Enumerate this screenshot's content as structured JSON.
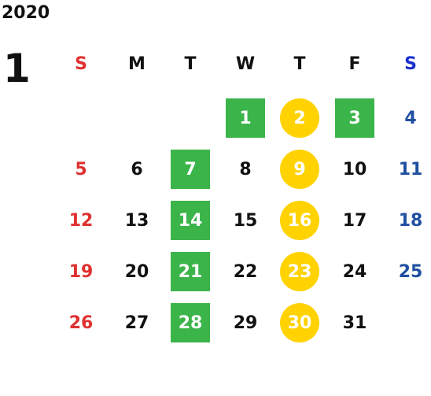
{
  "year": "2020",
  "month": "1",
  "weekdays": [
    {
      "label": "S",
      "color": "#e03030"
    },
    {
      "label": "M",
      "color": "#111111"
    },
    {
      "label": "T",
      "color": "#111111"
    },
    {
      "label": "W",
      "color": "#111111"
    },
    {
      "label": "T",
      "color": "#111111"
    },
    {
      "label": "F",
      "color": "#111111"
    },
    {
      "label": "S",
      "color": "#1a2fd0"
    }
  ],
  "colors": {
    "sunday": "#e03030",
    "saturday": "#1f4fa0",
    "weekday": "#111111",
    "green": "#3bb54a",
    "gold": "#ffd200",
    "highlight_text": "#ffffff"
  },
  "days": [
    {
      "n": "1",
      "col": 3,
      "row": 0,
      "mark": "green"
    },
    {
      "n": "2",
      "col": 4,
      "row": 0,
      "mark": "gold"
    },
    {
      "n": "3",
      "col": 5,
      "row": 0,
      "mark": "green"
    },
    {
      "n": "4",
      "col": 6,
      "row": 0
    },
    {
      "n": "5",
      "col": 0,
      "row": 1
    },
    {
      "n": "6",
      "col": 1,
      "row": 1
    },
    {
      "n": "7",
      "col": 2,
      "row": 1,
      "mark": "green"
    },
    {
      "n": "8",
      "col": 3,
      "row": 1
    },
    {
      "n": "9",
      "col": 4,
      "row": 1,
      "mark": "gold"
    },
    {
      "n": "10",
      "col": 5,
      "row": 1
    },
    {
      "n": "11",
      "col": 6,
      "row": 1
    },
    {
      "n": "12",
      "col": 0,
      "row": 2
    },
    {
      "n": "13",
      "col": 1,
      "row": 2
    },
    {
      "n": "14",
      "col": 2,
      "row": 2,
      "mark": "green"
    },
    {
      "n": "15",
      "col": 3,
      "row": 2
    },
    {
      "n": "16",
      "col": 4,
      "row": 2,
      "mark": "gold"
    },
    {
      "n": "17",
      "col": 5,
      "row": 2
    },
    {
      "n": "18",
      "col": 6,
      "row": 2
    },
    {
      "n": "19",
      "col": 0,
      "row": 3
    },
    {
      "n": "20",
      "col": 1,
      "row": 3
    },
    {
      "n": "21",
      "col": 2,
      "row": 3,
      "mark": "green"
    },
    {
      "n": "22",
      "col": 3,
      "row": 3
    },
    {
      "n": "23",
      "col": 4,
      "row": 3,
      "mark": "gold"
    },
    {
      "n": "24",
      "col": 5,
      "row": 3
    },
    {
      "n": "25",
      "col": 6,
      "row": 3
    },
    {
      "n": "26",
      "col": 0,
      "row": 4
    },
    {
      "n": "27",
      "col": 1,
      "row": 4
    },
    {
      "n": "28",
      "col": 2,
      "row": 4,
      "mark": "green"
    },
    {
      "n": "29",
      "col": 3,
      "row": 4
    },
    {
      "n": "30",
      "col": 4,
      "row": 4,
      "mark": "gold"
    },
    {
      "n": "31",
      "col": 5,
      "row": 4
    }
  ]
}
